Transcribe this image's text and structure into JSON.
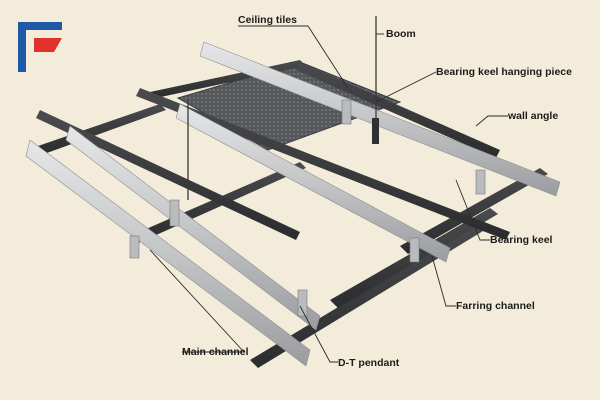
{
  "labels": {
    "ceiling_tiles": "Ceiling tiles",
    "boom": "Boom",
    "bearing_keel_hanging_piece": "Bearing keel hanging piece",
    "wall_angle": "wall angle",
    "bearing_keel": "Bearing keel",
    "farring_channel": "Farring channel",
    "main_channel": "Main channel",
    "dt_pendant": "D-T pendant"
  },
  "colors": {
    "background": "#f4ecda",
    "logo_blue": "#1f5aa8",
    "logo_red": "#e0322b",
    "dark_channel": "#3a3a3c",
    "silver_keel": "#c9cbcd",
    "tile_mesh": "#5b5d60"
  }
}
